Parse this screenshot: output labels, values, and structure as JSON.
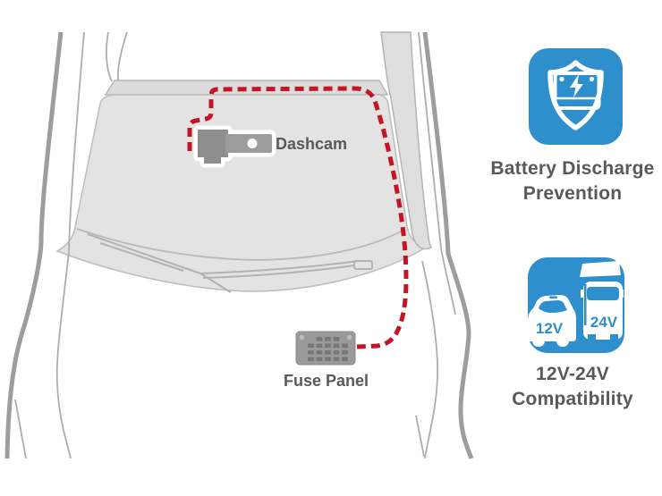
{
  "diagram": {
    "dashcam_label": "Dashcam",
    "fuse_panel_label": "Fuse Panel"
  },
  "features": [
    {
      "icon": "battery-shield-icon",
      "title_line1": "Battery Discharge",
      "title_line2": "Prevention"
    },
    {
      "icon": "car-truck-voltage-icon",
      "car_badge": "12V",
      "truck_badge": "24V",
      "title_line1": "12V-24V",
      "title_line2": "Compatibility"
    }
  ],
  "colors": {
    "accent_blue": "#2e8fcc",
    "cable_red": "#c41425",
    "label_gray": "#58595b",
    "car_line_gray": "#a5a5a5",
    "glass_gray": "#e3e3e3"
  }
}
